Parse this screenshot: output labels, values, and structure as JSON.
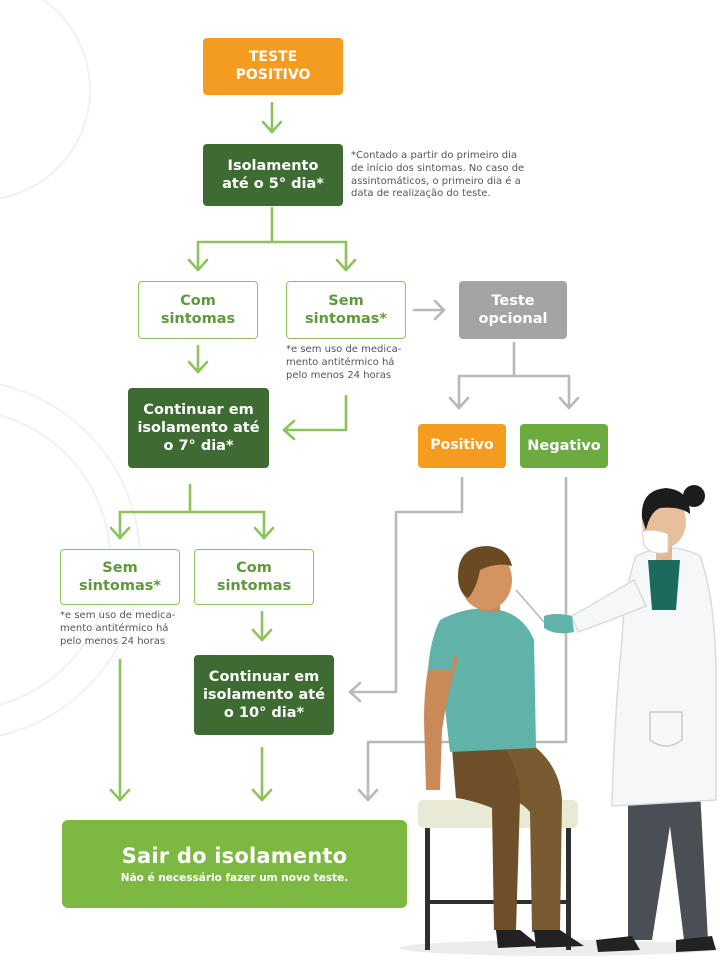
{
  "nodes": {
    "teste_positivo": [
      "TESTE",
      "POSITIVO"
    ],
    "isolamento_5": [
      "Isolamento",
      "até o 5° dia*"
    ],
    "com_sintomas_a": [
      "Com",
      "sintomas"
    ],
    "sem_sintomas_a": [
      "Sem",
      "sintomas*"
    ],
    "teste_opcional": [
      "Teste",
      "opcional"
    ],
    "continuar_7": [
      "Continuar em",
      "isolamento até",
      "o 7° dia*"
    ],
    "positivo": "Positivo",
    "negativo": "Negativo",
    "sem_sintomas_b": [
      "Sem",
      "sintomas*"
    ],
    "com_sintomas_b": [
      "Com",
      "sintomas"
    ],
    "continuar_10": [
      "Continuar em",
      "isolamento até",
      "o 10° dia*"
    ],
    "sair_title": "Sair do isolamento",
    "sair_subtitle": "Não é necessário fazer um novo teste."
  },
  "notes": {
    "contado": [
      "*Contado a partir do primeiro dia",
      "de início dos sintomas. No caso de",
      "assintomáticos, o primeiro dia é a",
      "data de realização do teste."
    ],
    "antitermico_a": [
      "*e sem uso de medica-",
      "mento antitérmico há",
      "pelo menos 24 horas"
    ],
    "antitermico_b": [
      "*e sem uso de medica-",
      "mento antitérmico há",
      "pelo menos 24 horas"
    ]
  },
  "colors": {
    "orange": "#f39c1f",
    "dark_green": "#3d6b32",
    "light_green": "#8cc45a",
    "green_fill": "#7db942",
    "gray": "#a4a4a4"
  }
}
